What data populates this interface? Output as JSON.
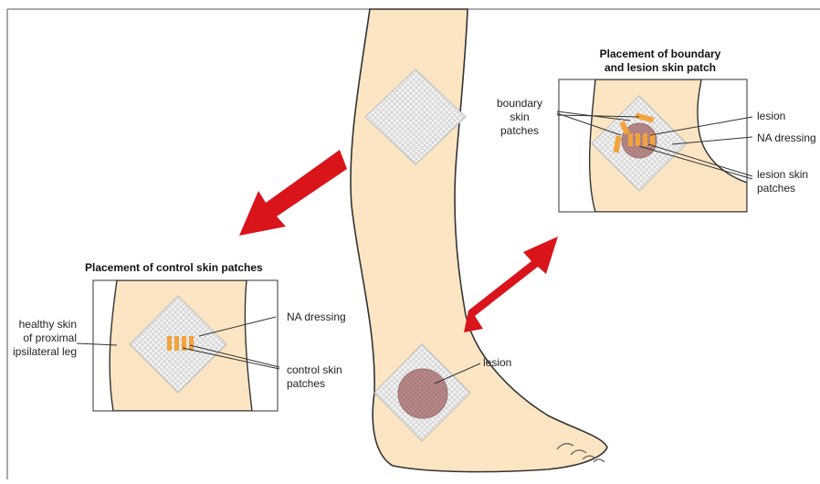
{
  "colors": {
    "skin": "#fbe5c2",
    "outline": "#333333",
    "arrow": "#d9141b",
    "dressing": "#f2f2f2",
    "hatch": "#c9c9c9",
    "lesion": "#b98a8a",
    "patch": "#f3a33c"
  },
  "control_panel": {
    "title": "Placement of control skin patches",
    "healthy_skin_label": [
      "healthy skin",
      "of proximal",
      "ipsilateral leg"
    ],
    "na_dressing_label": "NA dressing",
    "control_patches_label": [
      "control skin",
      "patches"
    ]
  },
  "lesion_panel": {
    "title": [
      "Placement of boundary",
      "and lesion skin patch"
    ],
    "boundary_label": [
      "boundary",
      "skin",
      "patches"
    ],
    "lesion_label": "lesion",
    "na_dressing_label": "NA dressing",
    "lesion_patches_label": [
      "lesion skin",
      "patches"
    ]
  },
  "leg": {
    "lesion_label": "lesion"
  }
}
